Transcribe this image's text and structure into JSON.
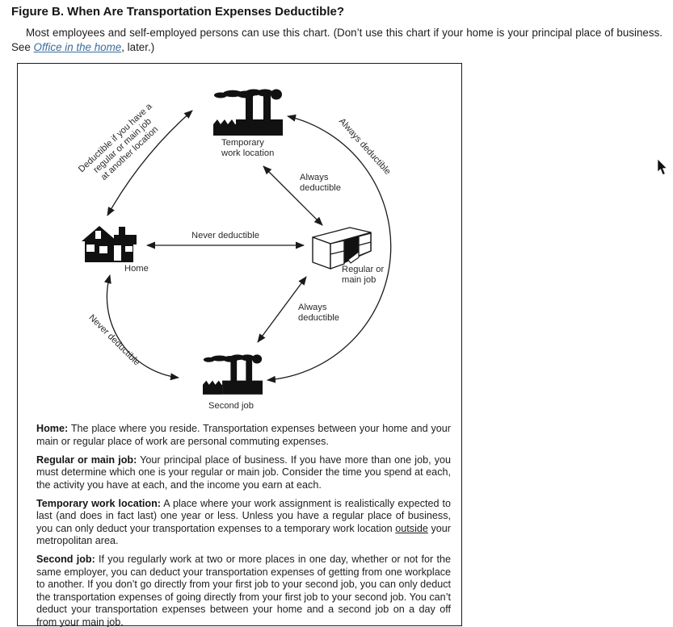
{
  "page": {
    "title": "Figure B. When Are Transportation Expenses Deductible?",
    "intro": {
      "text_before_link": "Most employees and self-employed persons can use this chart. (Don’t use this chart if your home is your principal place of business. See ",
      "link_text": "Office in the home",
      "text_after_link": ", later.)"
    }
  },
  "diagram": {
    "nodes": {
      "temporary": {
        "icon": "factory-icon",
        "line1": "Temporary",
        "line2": "work location"
      },
      "regular": {
        "icon": "desk-icon",
        "line1": "Regular or",
        "line2": "main job"
      },
      "home": {
        "icon": "house-icon",
        "label": "Home"
      },
      "second": {
        "icon": "factory-icon",
        "label": "Second job"
      }
    },
    "edges": {
      "home_temporary": {
        "line1": "Deductible if you have a",
        "line2": "regular or main job",
        "line3": "at another location"
      },
      "second_temporary": {
        "label": "Always deductible"
      },
      "temporary_regular": {
        "line1": "Always",
        "line2": "deductible"
      },
      "home_regular": {
        "label": "Never deductible"
      },
      "regular_second": {
        "line1": "Always",
        "line2": "deductible"
      },
      "home_second": {
        "label": "Never deductible"
      }
    }
  },
  "definitions": [
    {
      "term": "Home:",
      "body_pre": " The place where you reside. Transportation expenses between your home and your main or regular place of work are personal commuting expenses.",
      "body_underline": "",
      "body_post": ""
    },
    {
      "term": "Regular or main job:",
      "body_pre": " Your principal place of business. If you have more than one job, you must determine which one is your regular or main job. Consider the time you spend at each, the activity you have at each, and the income you earn at each.",
      "body_underline": "",
      "body_post": ""
    },
    {
      "term": "Temporary work location:",
      "body_pre": " A place where your work assignment is realistically expected to last (and does in fact last) one year or less. Unless you have a regular place of business, you can only deduct your transportation expenses to a temporary work location ",
      "body_underline": "outside",
      "body_post": " your metropolitan area."
    },
    {
      "term": "Second job:",
      "body_pre": " If you regularly work at two or more places in one day, whether or not for the same employer, you can deduct your transportation expenses of getting from one workplace to another. If you don’t go directly from your first job to your second job, you can only deduct the transportation expenses of going directly from your first job to your second job. You can’t deduct your transportation expenses between your home and a second job on a day off from your main job.",
      "body_underline": "",
      "body_post": ""
    }
  ],
  "colors": {
    "ink": "#1a1a1a",
    "link_blue": "#3a6d9e"
  }
}
